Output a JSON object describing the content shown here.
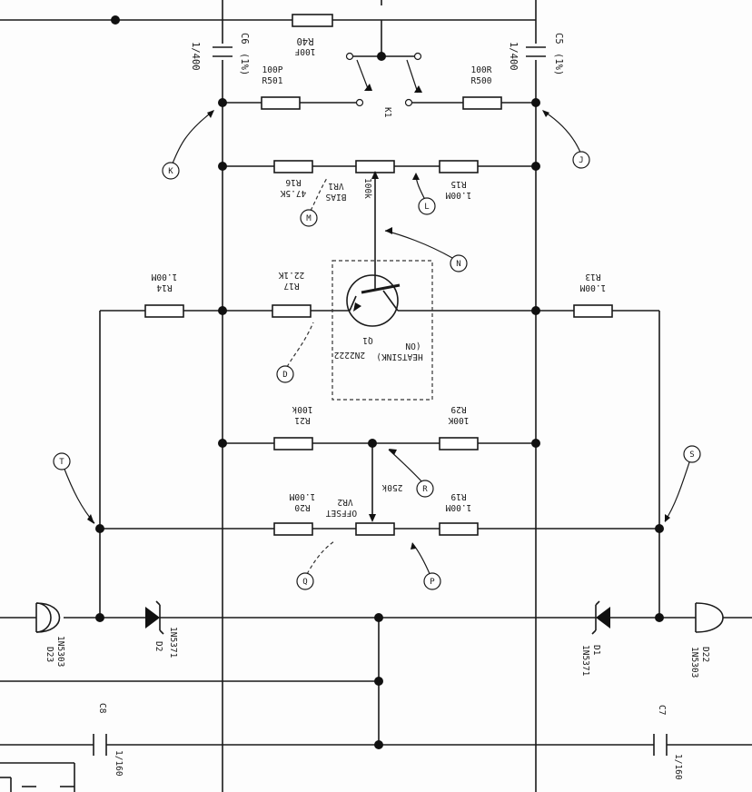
{
  "components": {
    "r40": {
      "ref": "R40",
      "value": "100F"
    },
    "c6": {
      "ref": "C6",
      "value": "1/400",
      "tol": "(1%)"
    },
    "c5": {
      "ref": "C5",
      "value": "1/400",
      "tol": "(1%)"
    },
    "r501": {
      "ref": "R501",
      "value": "100P"
    },
    "r500": {
      "ref": "R500",
      "value": "100R"
    },
    "k1": {
      "ref": "K1"
    },
    "r16": {
      "ref": "R16",
      "value": "47.5K"
    },
    "vr1": {
      "ref": "VR1",
      "name": "BIAS",
      "value": "100k"
    },
    "r15": {
      "ref": "R15",
      "value": "1.00M"
    },
    "r14": {
      "ref": "R14",
      "value": "1.00M"
    },
    "r17": {
      "ref": "R17",
      "value": "22.1K"
    },
    "q1": {
      "ref": "Q1",
      "part": "2N2222",
      "note_line1": "(ON",
      "note_line2": "HEATSINK)"
    },
    "r13": {
      "ref": "R13",
      "value": "1.00M"
    },
    "r21": {
      "ref": "R21",
      "value": "100k"
    },
    "r29": {
      "ref": "R29",
      "value": "100K"
    },
    "vr2": {
      "ref": "VR2",
      "name": "OFFSET",
      "value": "250k"
    },
    "r20": {
      "ref": "R20",
      "value": "1.00M"
    },
    "r19": {
      "ref": "R19",
      "value": "1.00M"
    },
    "d23": {
      "ref": "D23",
      "part": "1N5303"
    },
    "d2": {
      "ref": "D2",
      "part": "1N5371"
    },
    "d1": {
      "ref": "D1",
      "part": "1N5371"
    },
    "d22": {
      "ref": "D22",
      "part": "1N5303"
    },
    "c8": {
      "ref": "C8",
      "value": "1/160"
    },
    "c7": {
      "ref": "C7",
      "value": "1/160"
    }
  },
  "test_points": [
    "K",
    "J",
    "L",
    "M",
    "N",
    "D",
    "T",
    "S",
    "R",
    "Q",
    "P"
  ]
}
